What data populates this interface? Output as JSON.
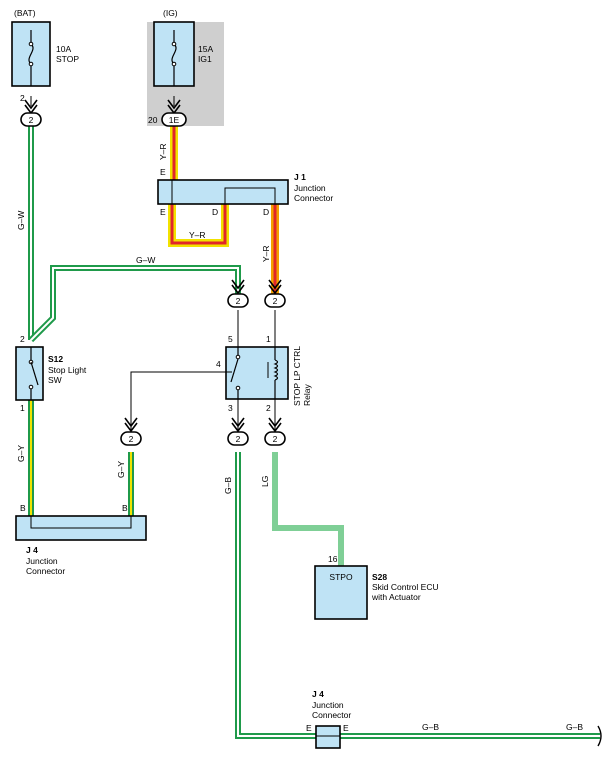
{
  "colors": {
    "green": "#1f9a4a",
    "light_green": "#7fcf96",
    "yellow": "#f2e200",
    "red": "#e0262b",
    "orange": "#f5a000",
    "component_fill": "#bfe3f5",
    "ig_background": "#cfcfcf"
  },
  "sources": {
    "bat": "(BAT)",
    "ig": "(IG)"
  },
  "fuses": {
    "stop": {
      "rating": "10A",
      "name": "STOP",
      "pin": "2",
      "connector": "2"
    },
    "ig1": {
      "rating": "15A",
      "name": "IG1",
      "pin": "20",
      "connector": "1E"
    }
  },
  "wires": {
    "g_w": "G–W",
    "y_r": "Y–R",
    "g_y": "G–Y",
    "g_b": "G–B",
    "lg": "LG"
  },
  "j1": {
    "id": "J 1",
    "name_line1": "Junction",
    "name_line2": "Connector",
    "pins": {
      "e": "E",
      "d": "D"
    }
  },
  "s12": {
    "id": "S12",
    "name_line1": "Stop Light",
    "name_line2": "SW",
    "pin_in": "2",
    "pin_out": "1"
  },
  "relay": {
    "name_line1": "STOP LP CTRL",
    "name_line2": "Relay",
    "pins": {
      "p5": "5",
      "p1": "1",
      "p4": "4",
      "p3": "3",
      "p2": "2"
    }
  },
  "connector_2": "2",
  "j4": {
    "id": "J 4",
    "name_line1": "Junction",
    "name_line2": "Connector",
    "pin_b": "B",
    "pin_e": "E"
  },
  "s28": {
    "id": "S28",
    "name_line1": "Skid Control ECU",
    "name_line2": "with Actuator",
    "terminal": "STPO",
    "pin": "16"
  }
}
